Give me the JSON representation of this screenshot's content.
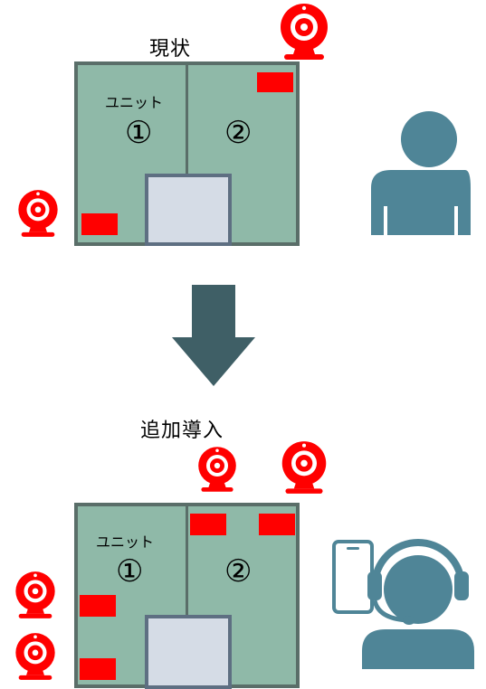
{
  "sections": {
    "current": {
      "title": "現状",
      "unit_label": "ユニット",
      "unit1": "①",
      "unit2": "②"
    },
    "added": {
      "title": "追加導入",
      "unit_label": "ユニット",
      "unit1": "①",
      "unit2": "②"
    }
  },
  "icons": {
    "camera": "webcam-icon",
    "person": "person-icon",
    "operator": "headset-operator-icon",
    "phone": "smartphone-icon",
    "arrow": "down-arrow-icon"
  },
  "colors": {
    "floor": "#8fb9a8",
    "wall": "#5a6e69",
    "center_room": "#d5dce6",
    "sensor": "#ff0000",
    "camera": "#ff0000",
    "person": "#4f8597",
    "arrow": "#3f5f66"
  }
}
